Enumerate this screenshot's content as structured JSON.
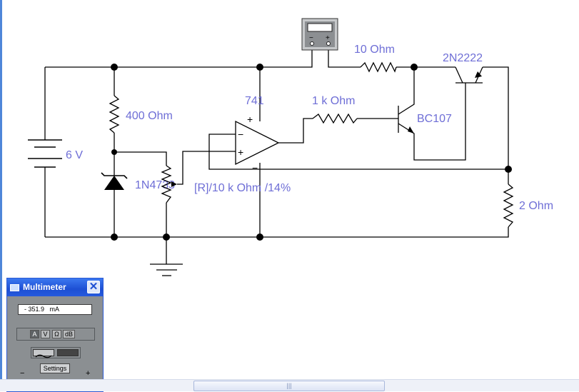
{
  "circuit": {
    "resistor_r1": "400  Ohm",
    "zener_label": "1N4733",
    "battery_label": "6 V",
    "potentiometer_label": "[R]/10 k Ohm /14%",
    "opamp_label": "741",
    "opamp_plus": "+",
    "opamp_minus": "−",
    "opamp_in_minus": "−",
    "opamp_in_plus": "+",
    "resistor_1k": "1 k Ohm",
    "transistor_bc107": "BC107",
    "resistor_10": "10  Ohm",
    "transistor_2n2222": "2N2222",
    "resistor_load": "2  Ohm",
    "meter_minus": "−",
    "meter_plus": "+"
  },
  "multimeter": {
    "title": "Multimeter",
    "display_value": "- 351.9",
    "display_unit": "mA",
    "modes": [
      "A",
      "V",
      "Ω",
      "dB"
    ],
    "active_mode": "A",
    "settings_label": "Settings",
    "minus_label": "−",
    "plus_label": "+"
  },
  "scrollbar": {
    "thumb_grip": "|||"
  }
}
